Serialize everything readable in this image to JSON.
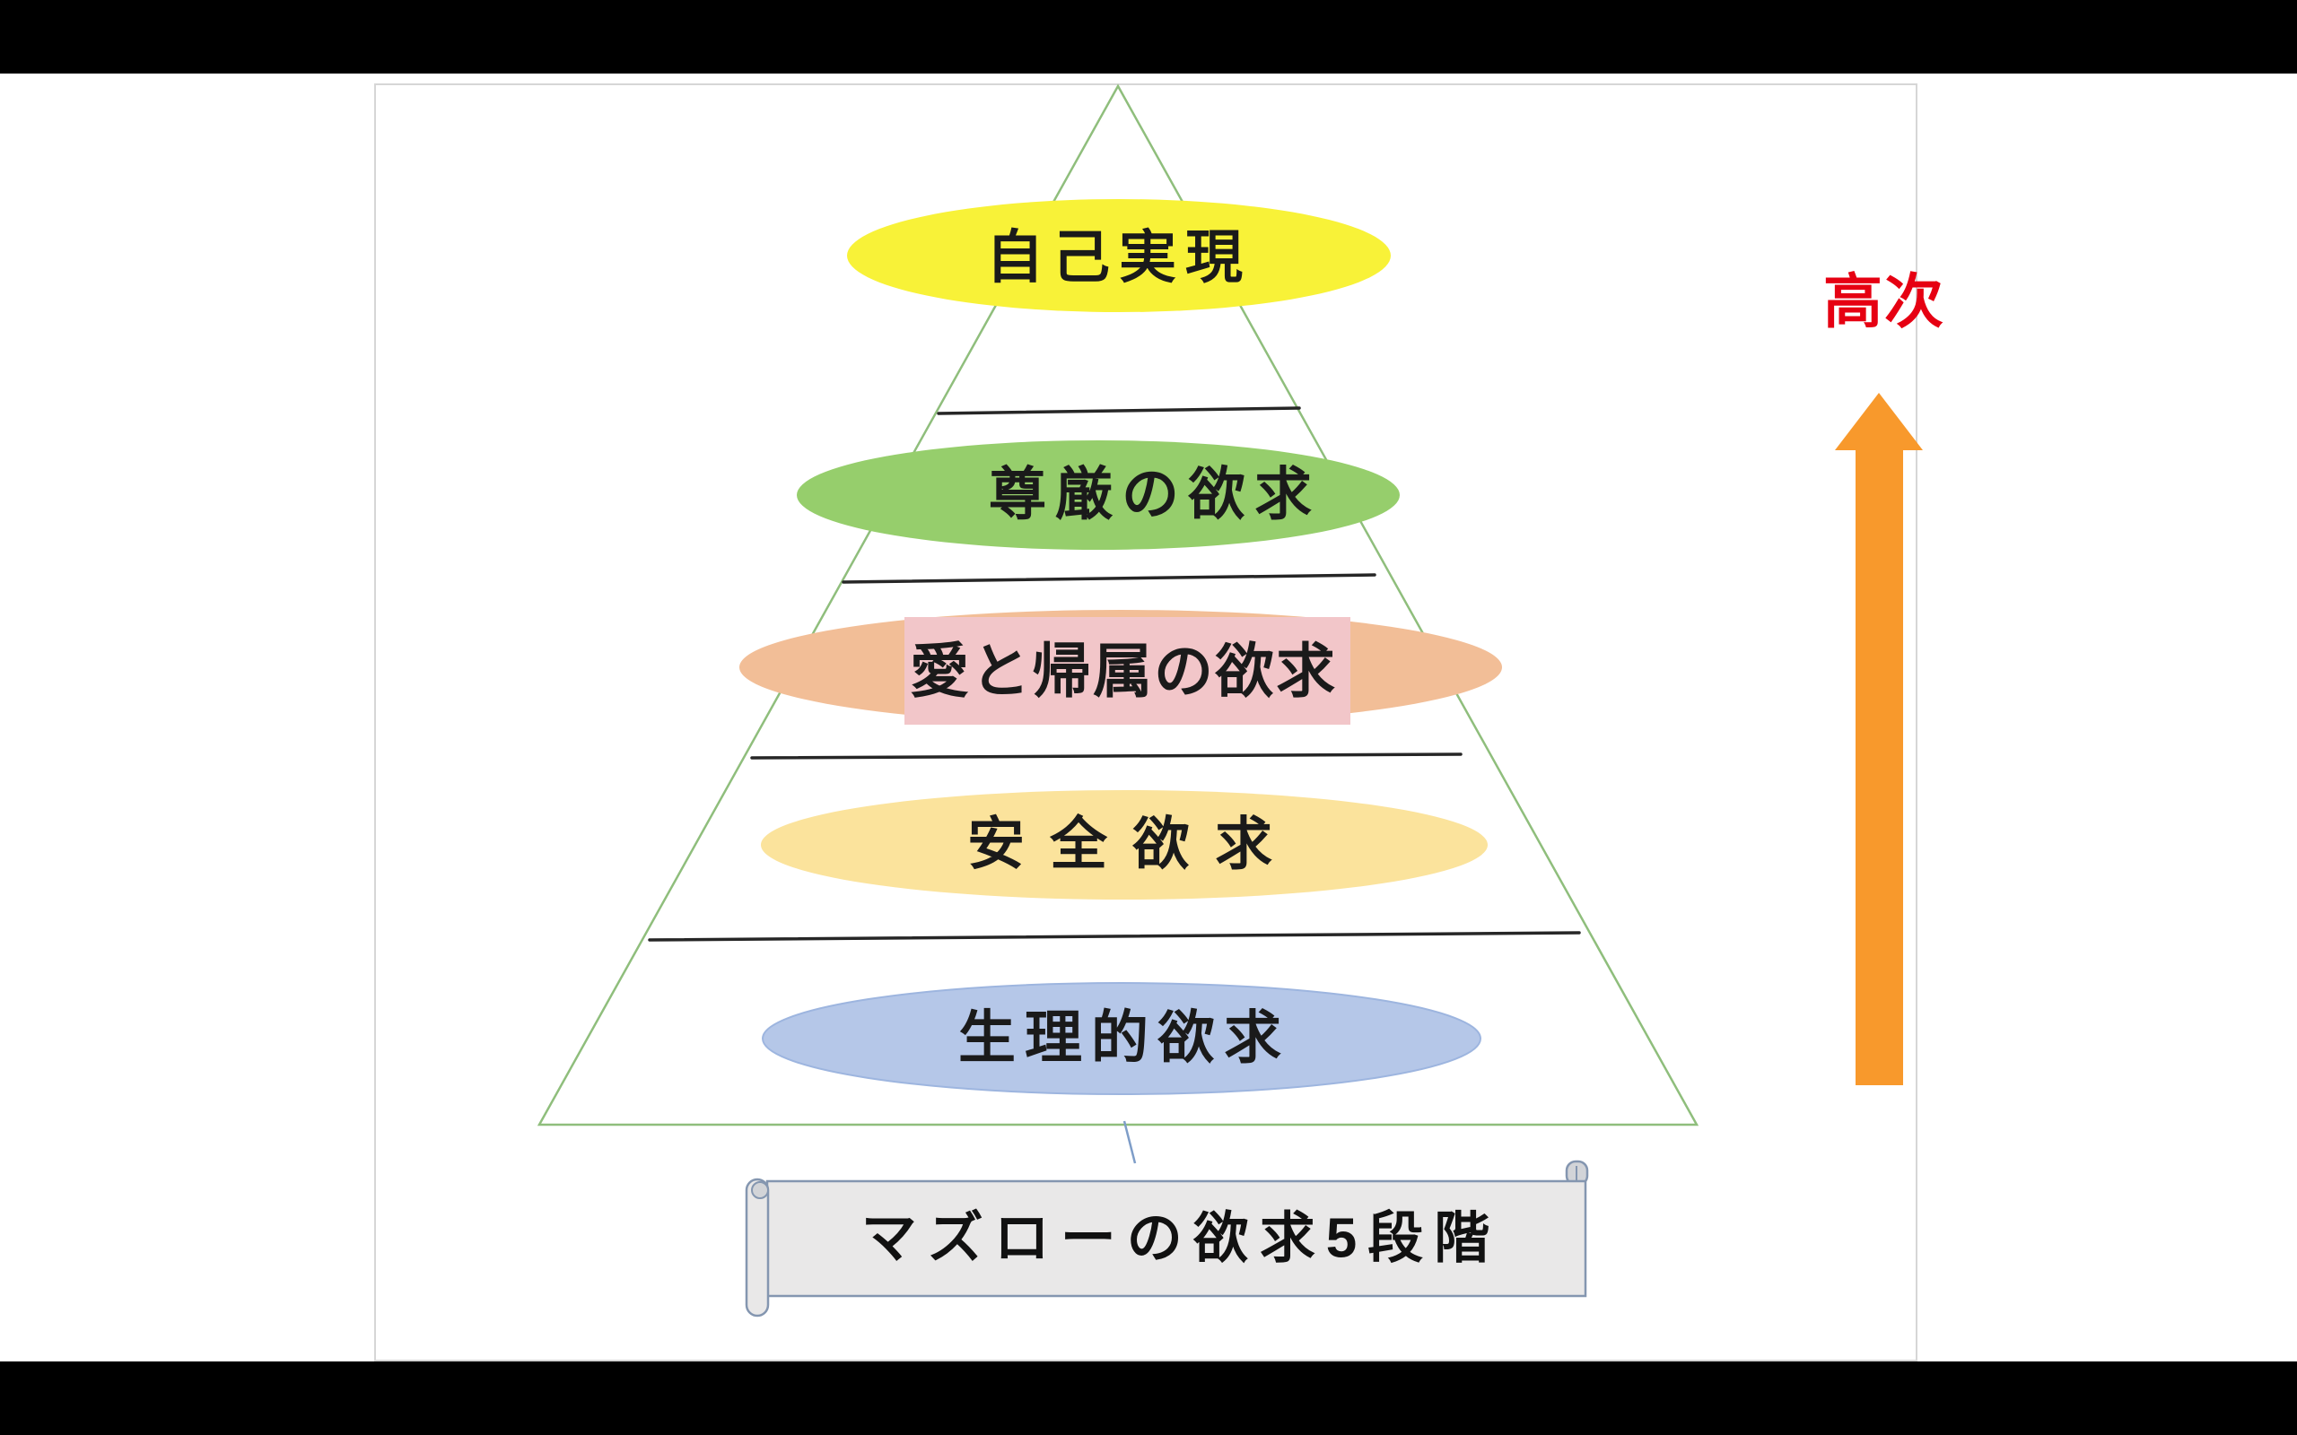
{
  "window": {
    "letterbox_color": "#000000",
    "canvas_color": "#FFFFFF"
  },
  "colors": {
    "slide_border": "#D6D6D6",
    "triangle_outline": "#8FBE7C",
    "divider_line": "#262626",
    "label_text": "#1A1A1A",
    "connector": "#7E9DC8",
    "arrow_orange": "#F8992C",
    "high_order_red": "#E60012"
  },
  "slide": {
    "high_order_label": "高次",
    "banner": {
      "text": "マズローの欲求5段階",
      "fill": "#E9E8E8",
      "curl_fill": "#D2D4D8",
      "border": "#8496B0",
      "text_color": "#111111"
    },
    "pyramid": {
      "type": "pyramid-hierarchy",
      "levels": [
        {
          "label": "自己実現",
          "fill": "#F8F238"
        },
        {
          "label": "尊厳の欲求",
          "fill": "#96CE6C"
        },
        {
          "label": "愛と帰属の欲求",
          "fill": "#F2BE97",
          "highlight_fill": "#F2C6C9"
        },
        {
          "label": "安全欲求",
          "fill": "#FBE39C"
        },
        {
          "label": "生理的欲求",
          "fill": "#B5C7E8",
          "stroke": "#9DB5DF"
        }
      ]
    }
  }
}
